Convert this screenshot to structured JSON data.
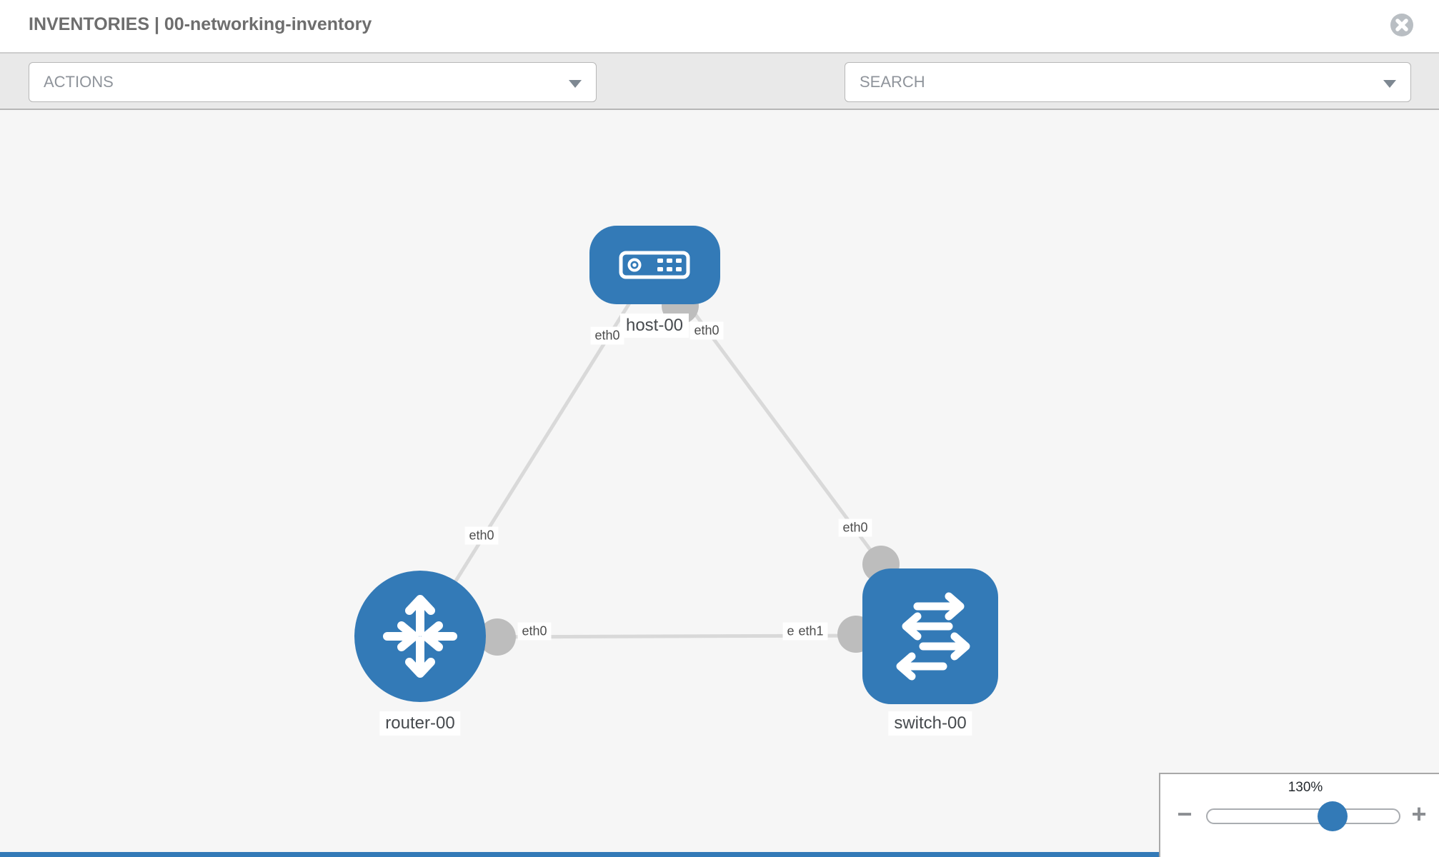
{
  "window": {
    "title": "INVENTORIES | 00-networking-inventory"
  },
  "toolbar": {
    "actions_label": "ACTIONS",
    "search_placeholder": "SEARCH"
  },
  "icons": {
    "close": "x-circle",
    "tool_left": "wrench",
    "tool_right": "key",
    "dropdown_caret": "chevron-down"
  },
  "topology": {
    "nodes": [
      {
        "id": "host-00",
        "type": "host",
        "label": "host-00"
      },
      {
        "id": "router-00",
        "type": "router",
        "label": "router-00"
      },
      {
        "id": "switch-00",
        "type": "switch",
        "label": "switch-00"
      }
    ],
    "links": [
      {
        "source": "host-00",
        "source_interface": "eth0",
        "target": "router-00",
        "target_interface": "eth0"
      },
      {
        "source": "host-00",
        "source_interface": "eth0",
        "target": "switch-00",
        "target_interface": "eth0"
      },
      {
        "source": "router-00",
        "source_interface": "eth0",
        "target": "switch-00",
        "target_interface": "eth1",
        "occluded_label": "eth0"
      }
    ]
  },
  "zoom_control": {
    "level": "130%",
    "zoom_out": "−",
    "zoom_in": "+"
  },
  "colors": {
    "node_blue": "#337ab7",
    "link_gray": "#d9d9d9",
    "connector_gray": "#bdbdbd",
    "canvas_bg": "#f6f6f6",
    "accent_bar": "#337ab7"
  }
}
